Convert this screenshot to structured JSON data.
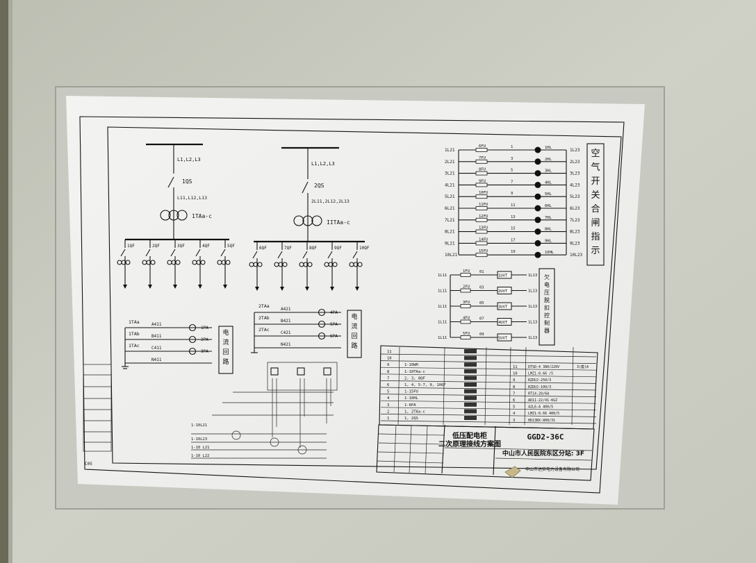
{
  "drawing": {
    "vertical_title": "空气开关合闸指示",
    "current_loop_1": "电流回路",
    "current_loop_2": "电流回路",
    "undervoltage": "欠电压脱扣控制器",
    "title_block": {
      "title_line1": "低压配电柜",
      "title_line2": "二次原理接线方案图",
      "model": "GGD2-36C",
      "project": "中山市人民医院东区分站: 3F",
      "company": "中山市达实电力设备有限公司"
    }
  },
  "busbar_1": {
    "phases": "L1,L2,L3",
    "switch": "1QS",
    "phases_out": "L11,L12,L13",
    "ct": "1TAa-c"
  },
  "busbar_2": {
    "phases": "L1,L2,L3",
    "switch": "2QS",
    "phases_out": "2L11,2L12,2L13",
    "ct": "IITAa-c"
  },
  "feeders_1": [
    "1QF",
    "2QF",
    "3QF",
    "4QF",
    "5QF"
  ],
  "feeders_2": [
    "6QF",
    "7QF",
    "8QF",
    "9QF",
    "10QF"
  ],
  "ct_group_1": [
    "1TAa",
    "1TAb",
    "1TAc"
  ],
  "ammeters_1": [
    "1PA",
    "2PA",
    "3PA"
  ],
  "wires_1": [
    "A411",
    "B411",
    "C411",
    "N411"
  ],
  "ct_group_2": [
    "2TAa",
    "2TAb",
    "2TAc"
  ],
  "ammeters_2": [
    "4PA",
    "5PA",
    "6PA"
  ],
  "wires_2": [
    "A421",
    "B421",
    "C421",
    "N421"
  ],
  "indicators": [
    {
      "left": "1L21",
      "fuse": "6FU",
      "num": "1",
      "lamp": "1HL",
      "right": "1L23"
    },
    {
      "left": "2L21",
      "fuse": "7FU",
      "num": "3",
      "lamp": "2HL",
      "right": "2L23"
    },
    {
      "left": "3L21",
      "fuse": "8FU",
      "num": "5",
      "lamp": "3HL",
      "right": "3L23"
    },
    {
      "left": "4L21",
      "fuse": "9FU",
      "num": "7",
      "lamp": "4HL",
      "right": "4L23"
    },
    {
      "left": "5L21",
      "fuse": "10FU",
      "num": "9",
      "lamp": "5HL",
      "right": "5L23"
    },
    {
      "left": "6L21",
      "fuse": "11FU",
      "num": "11",
      "lamp": "6HL",
      "right": "6L23"
    },
    {
      "left": "7L21",
      "fuse": "12FU",
      "num": "13",
      "lamp": "7HL",
      "right": "7L23"
    },
    {
      "left": "8L21",
      "fuse": "13FU",
      "num": "15",
      "lamp": "8HL",
      "right": "8L23"
    },
    {
      "left": "9L21",
      "fuse": "14FU",
      "num": "17",
      "lamp": "9HL",
      "right": "9L23"
    },
    {
      "left": "10L21",
      "fuse": "15FU",
      "num": "19",
      "lamp": "10HL",
      "right": "10L23"
    }
  ],
  "uv_rows": [
    {
      "left": "1L11",
      "fuse": "1FU",
      "num": "01",
      "unit": "1UVT",
      "right": "1L13"
    },
    {
      "left": "1L11",
      "fuse": "2FU",
      "num": "03",
      "unit": "2UVT",
      "right": "1L13"
    },
    {
      "left": "1L11",
      "fuse": "3FU",
      "num": "05",
      "unit": "3UVT",
      "right": "1L13"
    },
    {
      "left": "1L11",
      "fuse": "4FU",
      "num": "07",
      "unit": "4UVT",
      "right": "1L13"
    },
    {
      "left": "1L11",
      "fuse": "5FU",
      "num": "09",
      "unit": "5UVT",
      "right": "1L13"
    }
  ],
  "parts_list": [
    {
      "no": "11",
      "spec": ""
    },
    {
      "no": "10",
      "spec": ""
    },
    {
      "no": "9",
      "spec": "1-10WH"
    },
    {
      "no": "8",
      "spec": "1-10TAa-c"
    },
    {
      "no": "7",
      "spec": "2, 3, 8QF"
    },
    {
      "no": "6",
      "spec": "1, 4, 5-7, 9, 10QF"
    },
    {
      "no": "5",
      "spec": "1-15FU"
    },
    {
      "no": "4",
      "spec": "1-10HL"
    },
    {
      "no": "3",
      "spec": "1-6PA"
    },
    {
      "no": "2",
      "spec": "1, 2TAa-c"
    },
    {
      "no": "1",
      "spec": "1, 2QS"
    }
  ],
  "parts_right": [
    {
      "no": "11",
      "spec": "DTSD-4 380/220V",
      "qty": "3(套)A"
    },
    {
      "no": "10",
      "spec": "LMZ1-0.66 /5",
      "qty": ""
    },
    {
      "no": "9",
      "spec": "RZDUJ-250/3",
      "qty": ""
    },
    {
      "no": "8",
      "spec": "RZDUJ-100/3",
      "qty": ""
    },
    {
      "no": "7",
      "spec": "RT14-20/6A",
      "qty": ""
    },
    {
      "no": "6",
      "spec": "AD11-22/41-6GZ",
      "qty": ""
    },
    {
      "no": "5",
      "spec": "42L6-A 400/5",
      "qty": ""
    },
    {
      "no": "4",
      "spec": "LMZ1-0.66 400/5",
      "qty": ""
    },
    {
      "no": "3",
      "spec": "HD13BX-800/31",
      "qty": ""
    }
  ],
  "meter_labels": [
    "1-10L21",
    "1-10L23",
    "1-10 L21",
    "1-10 L22"
  ],
  "margin_note": "C05"
}
